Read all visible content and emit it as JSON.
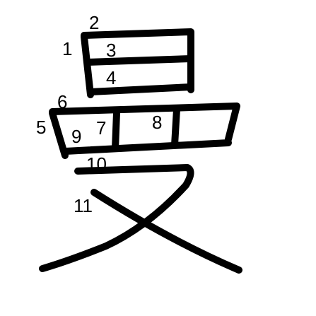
{
  "character": "曼",
  "stroke_order_labels": [
    "1",
    "2",
    "3",
    "4",
    "5",
    "6",
    "7",
    "8",
    "9",
    "10",
    "11"
  ]
}
